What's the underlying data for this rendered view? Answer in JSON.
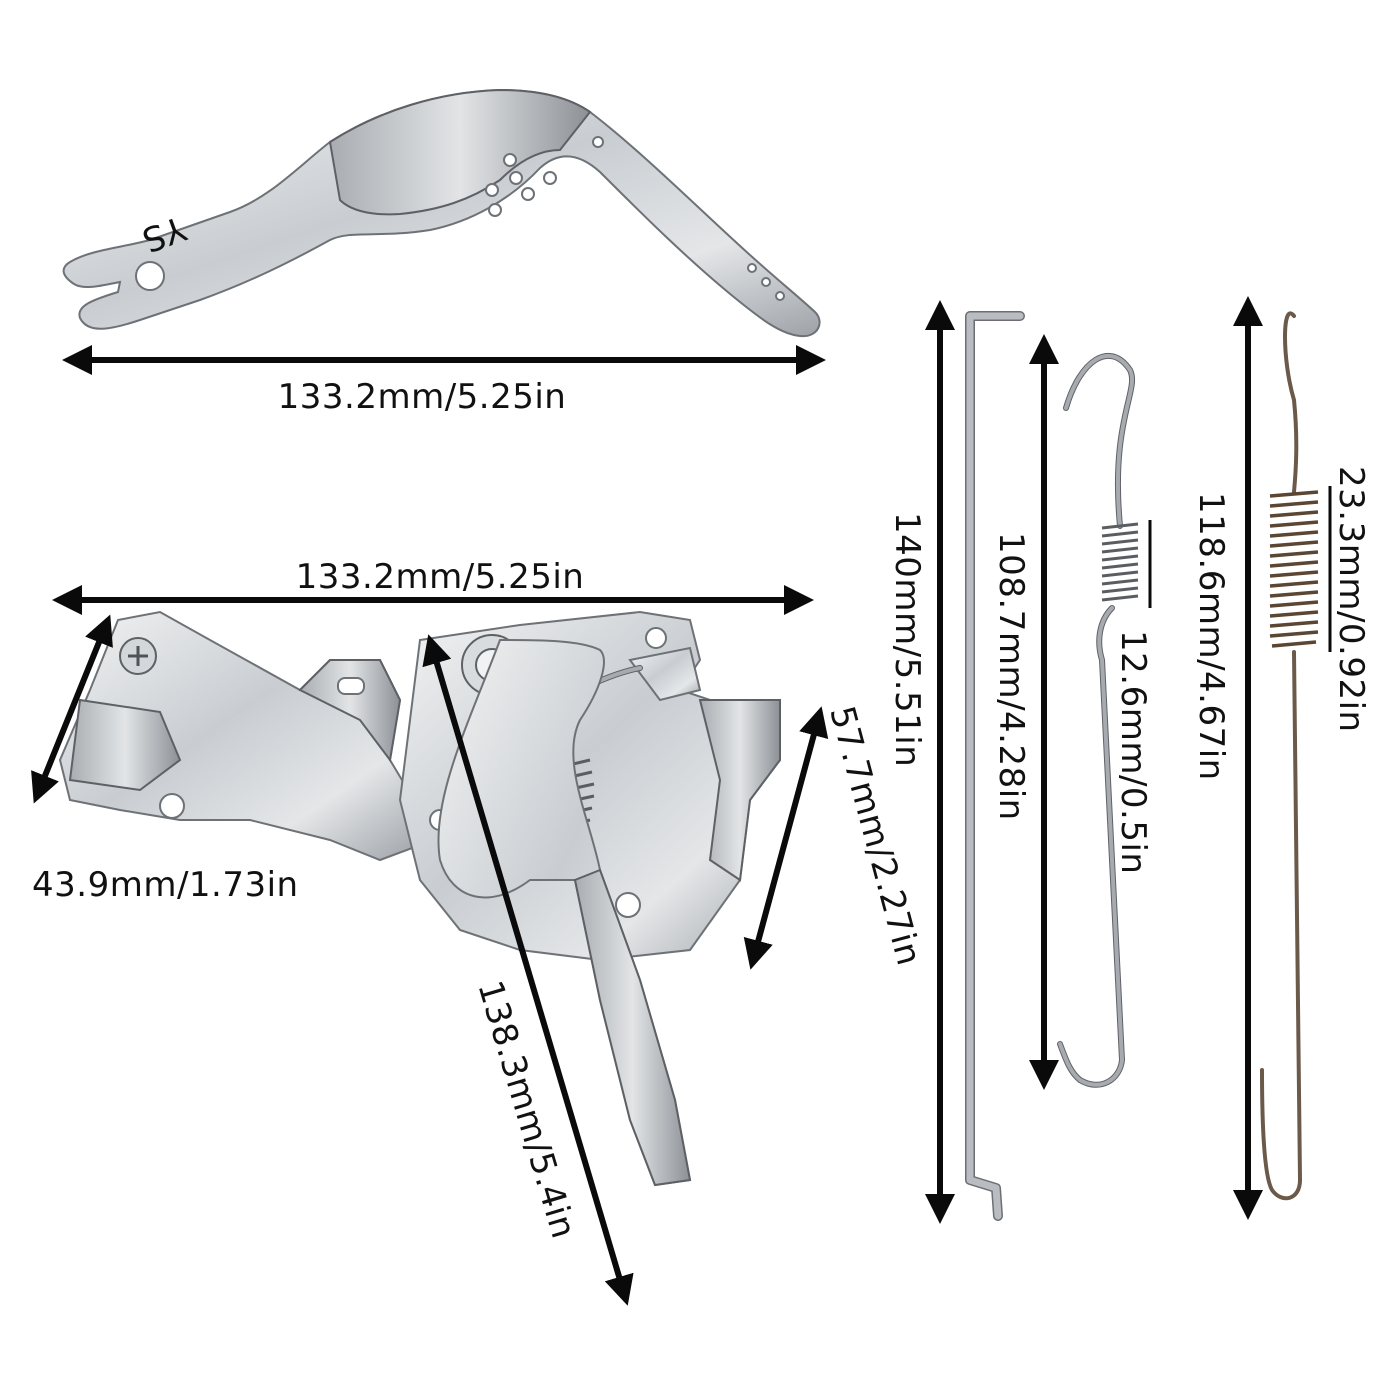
{
  "labels": {
    "throttle_arm_width": "133.2mm/5.25in",
    "bracket_width": "133.2mm/5.25in",
    "bracket_left_depth": "43.9mm/1.73in",
    "lever_length": "138.3mm/5.4in",
    "bracket_right_height": "57.7mm/2.27in",
    "rod_length": "140mm/5.51in",
    "small_spring_length": "108.7mm/4.28in",
    "small_spring_coil": "12.6mm/0.5in",
    "long_spring_length": "118.6mm/4.67in",
    "long_spring_coil": "23.3mm/0.92in",
    "arm_stamp": "YS"
  },
  "colors": {
    "metal_light": "#e9ebed",
    "metal_mid": "#c4c8cc",
    "metal_dark": "#8d9196",
    "arrow": "#0a0a0a",
    "spring_brown": "#6b5a4a"
  }
}
